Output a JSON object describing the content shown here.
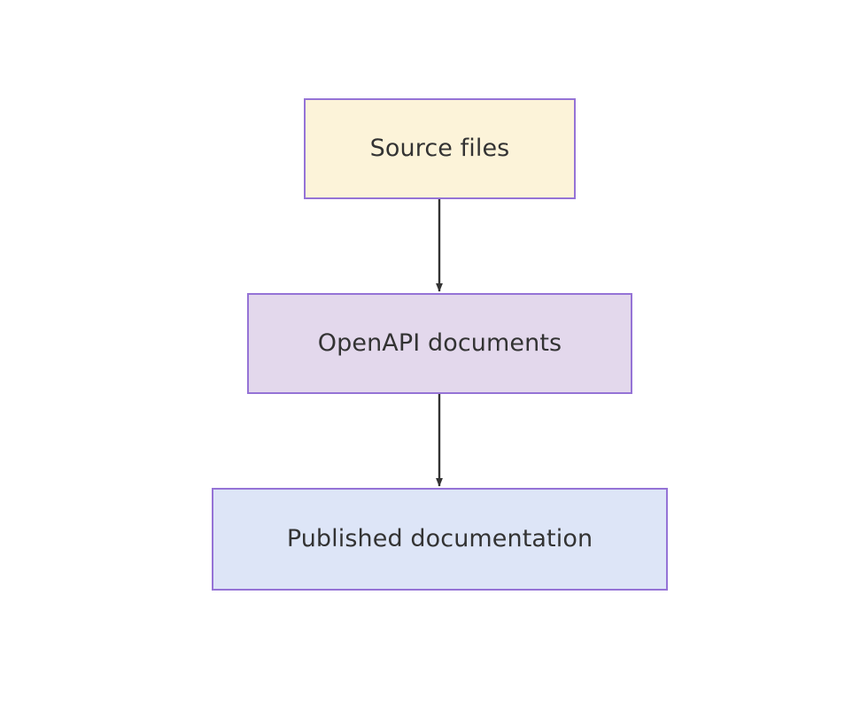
{
  "diagram": {
    "type": "flowchart",
    "direction": "top-down",
    "background_color": "#ffffff",
    "nodes": [
      {
        "id": "source-files",
        "label": "Source files",
        "fill_color": "#fcf3d9",
        "border_color": "#9573d6",
        "text_color": "#333333"
      },
      {
        "id": "openapi-documents",
        "label": "OpenAPI documents",
        "fill_color": "#e3d8ec",
        "border_color": "#9573d6",
        "text_color": "#333333"
      },
      {
        "id": "published-documentation",
        "label": "Published documentation",
        "fill_color": "#dde5f7",
        "border_color": "#9573d6",
        "text_color": "#333333"
      }
    ],
    "edges": [
      {
        "id": "edge-source-to-openapi",
        "from": "source-files",
        "to": "openapi-documents",
        "label": "",
        "color": "#333333",
        "arrowhead": "triangle"
      },
      {
        "id": "edge-openapi-to-published",
        "from": "openapi-documents",
        "to": "published-documentation",
        "label": "",
        "color": "#333333",
        "arrowhead": "triangle"
      }
    ]
  }
}
